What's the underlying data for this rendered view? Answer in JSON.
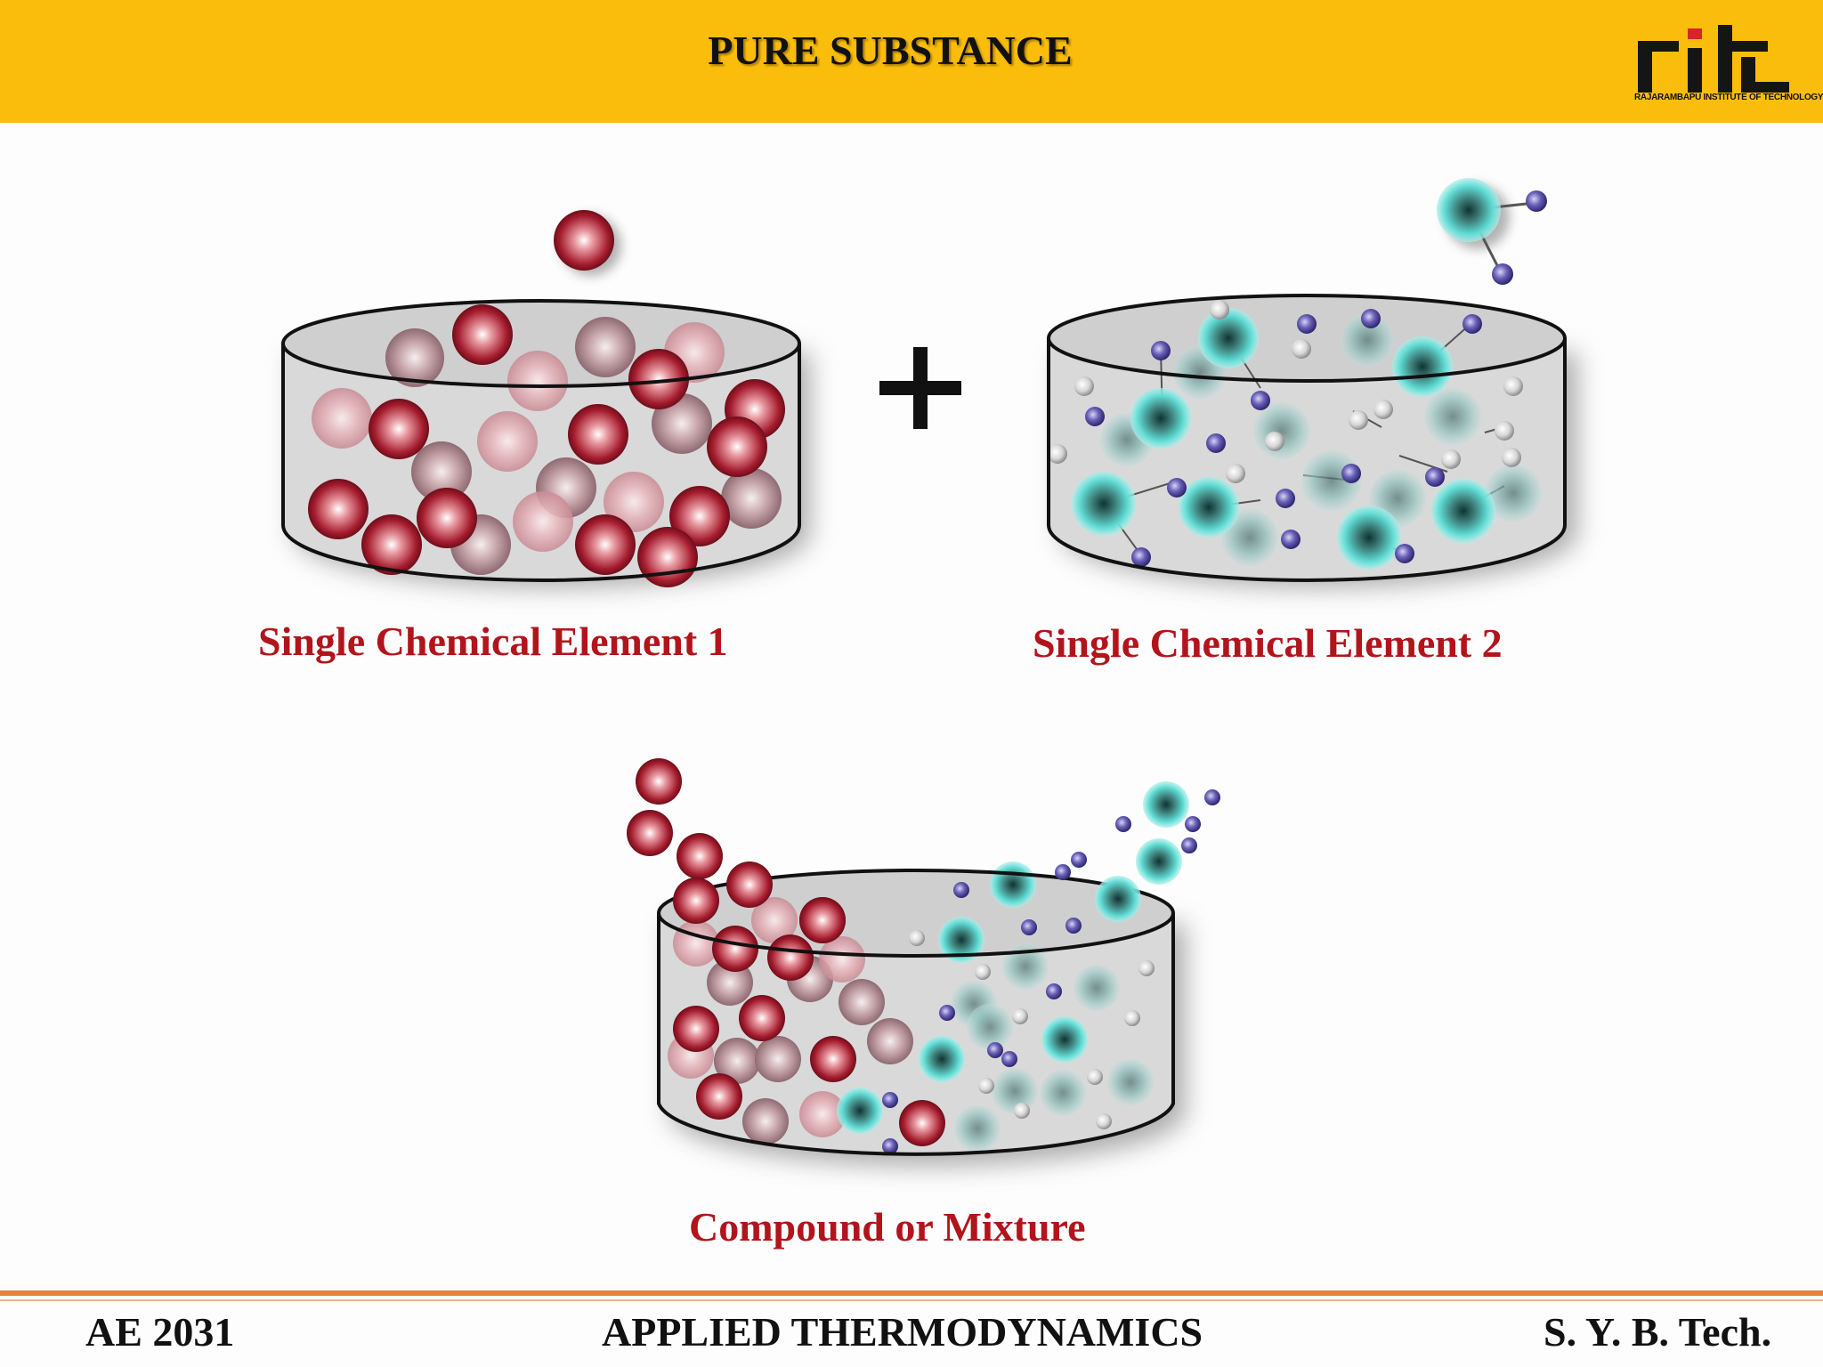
{
  "header": {
    "title": "PURE SUBSTANCE"
  },
  "logo": {
    "caption": "RAJARAMBAPU INSTITUTE OF TECHNOLOGY"
  },
  "diagram": {
    "plus_sign": "+",
    "captions": {
      "element1": "Single Chemical Element 1",
      "element2": "Single Chemical Element 2",
      "mixture": "Compound or Mixture"
    }
  },
  "colors": {
    "header_bg": "#fbbd0b",
    "caption": "#b2141b",
    "red_atom": "#a51c2e",
    "teal_atom": "#27c8c0",
    "purple_atom": "#4a3f98",
    "footer_line": "#e8823a"
  },
  "footer": {
    "left": "AE 2031",
    "center": "APPLIED THERMODYNAMICS",
    "right": "S. Y. B. Tech."
  }
}
